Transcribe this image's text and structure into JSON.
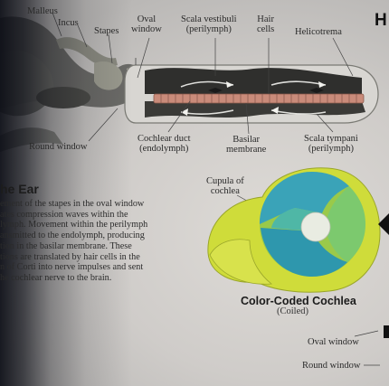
{
  "title_initial": "H",
  "labels": {
    "malleus": "Malleus",
    "incus": "Incus",
    "stapes": "Stapes",
    "oval_window_top": [
      "Oval",
      "window"
    ],
    "scala_vestibuli": [
      "Scala vestibuli",
      "(perilymph)"
    ],
    "hair_cells": [
      "Hair",
      "cells"
    ],
    "helicotrema": "Helicotrema",
    "round_window": "Round window",
    "cochlear_duct": [
      "Cochlear duct",
      "(endolymph)"
    ],
    "basilar_membrane": [
      "Basilar",
      "membrane"
    ],
    "scala_tympani": [
      "Scala tympani",
      "(perilymph)"
    ],
    "cupula": [
      "Cupula of",
      "cochlea"
    ],
    "oval_window_bottom": "Oval window",
    "round_window_bottom": "Round window"
  },
  "section_title": "he Ear",
  "body_lines": [
    "ement of the stapes in the oval window",
    "ates compression waves within the",
    "lymph. Movement within the perilymph",
    "ansmitted to the endolymph, producing",
    "tion in the basilar membrane. These",
    "tions are translated by hair cells in the",
    "n of Corti into nerve impulses and sent",
    "he cochlear nerve to the brain."
  ],
  "cochlea_caption": {
    "title": "Color-Coded Cochlea",
    "subtitle": "(Coiled)"
  },
  "colors": {
    "canal_dark": "#2a2a2a",
    "basilar_membrane": "#c98b7a",
    "cochlea_yellow": "#cfdc3a",
    "cochlea_teal": "#3aa3b8",
    "cochlea_green": "#7cc96e"
  }
}
